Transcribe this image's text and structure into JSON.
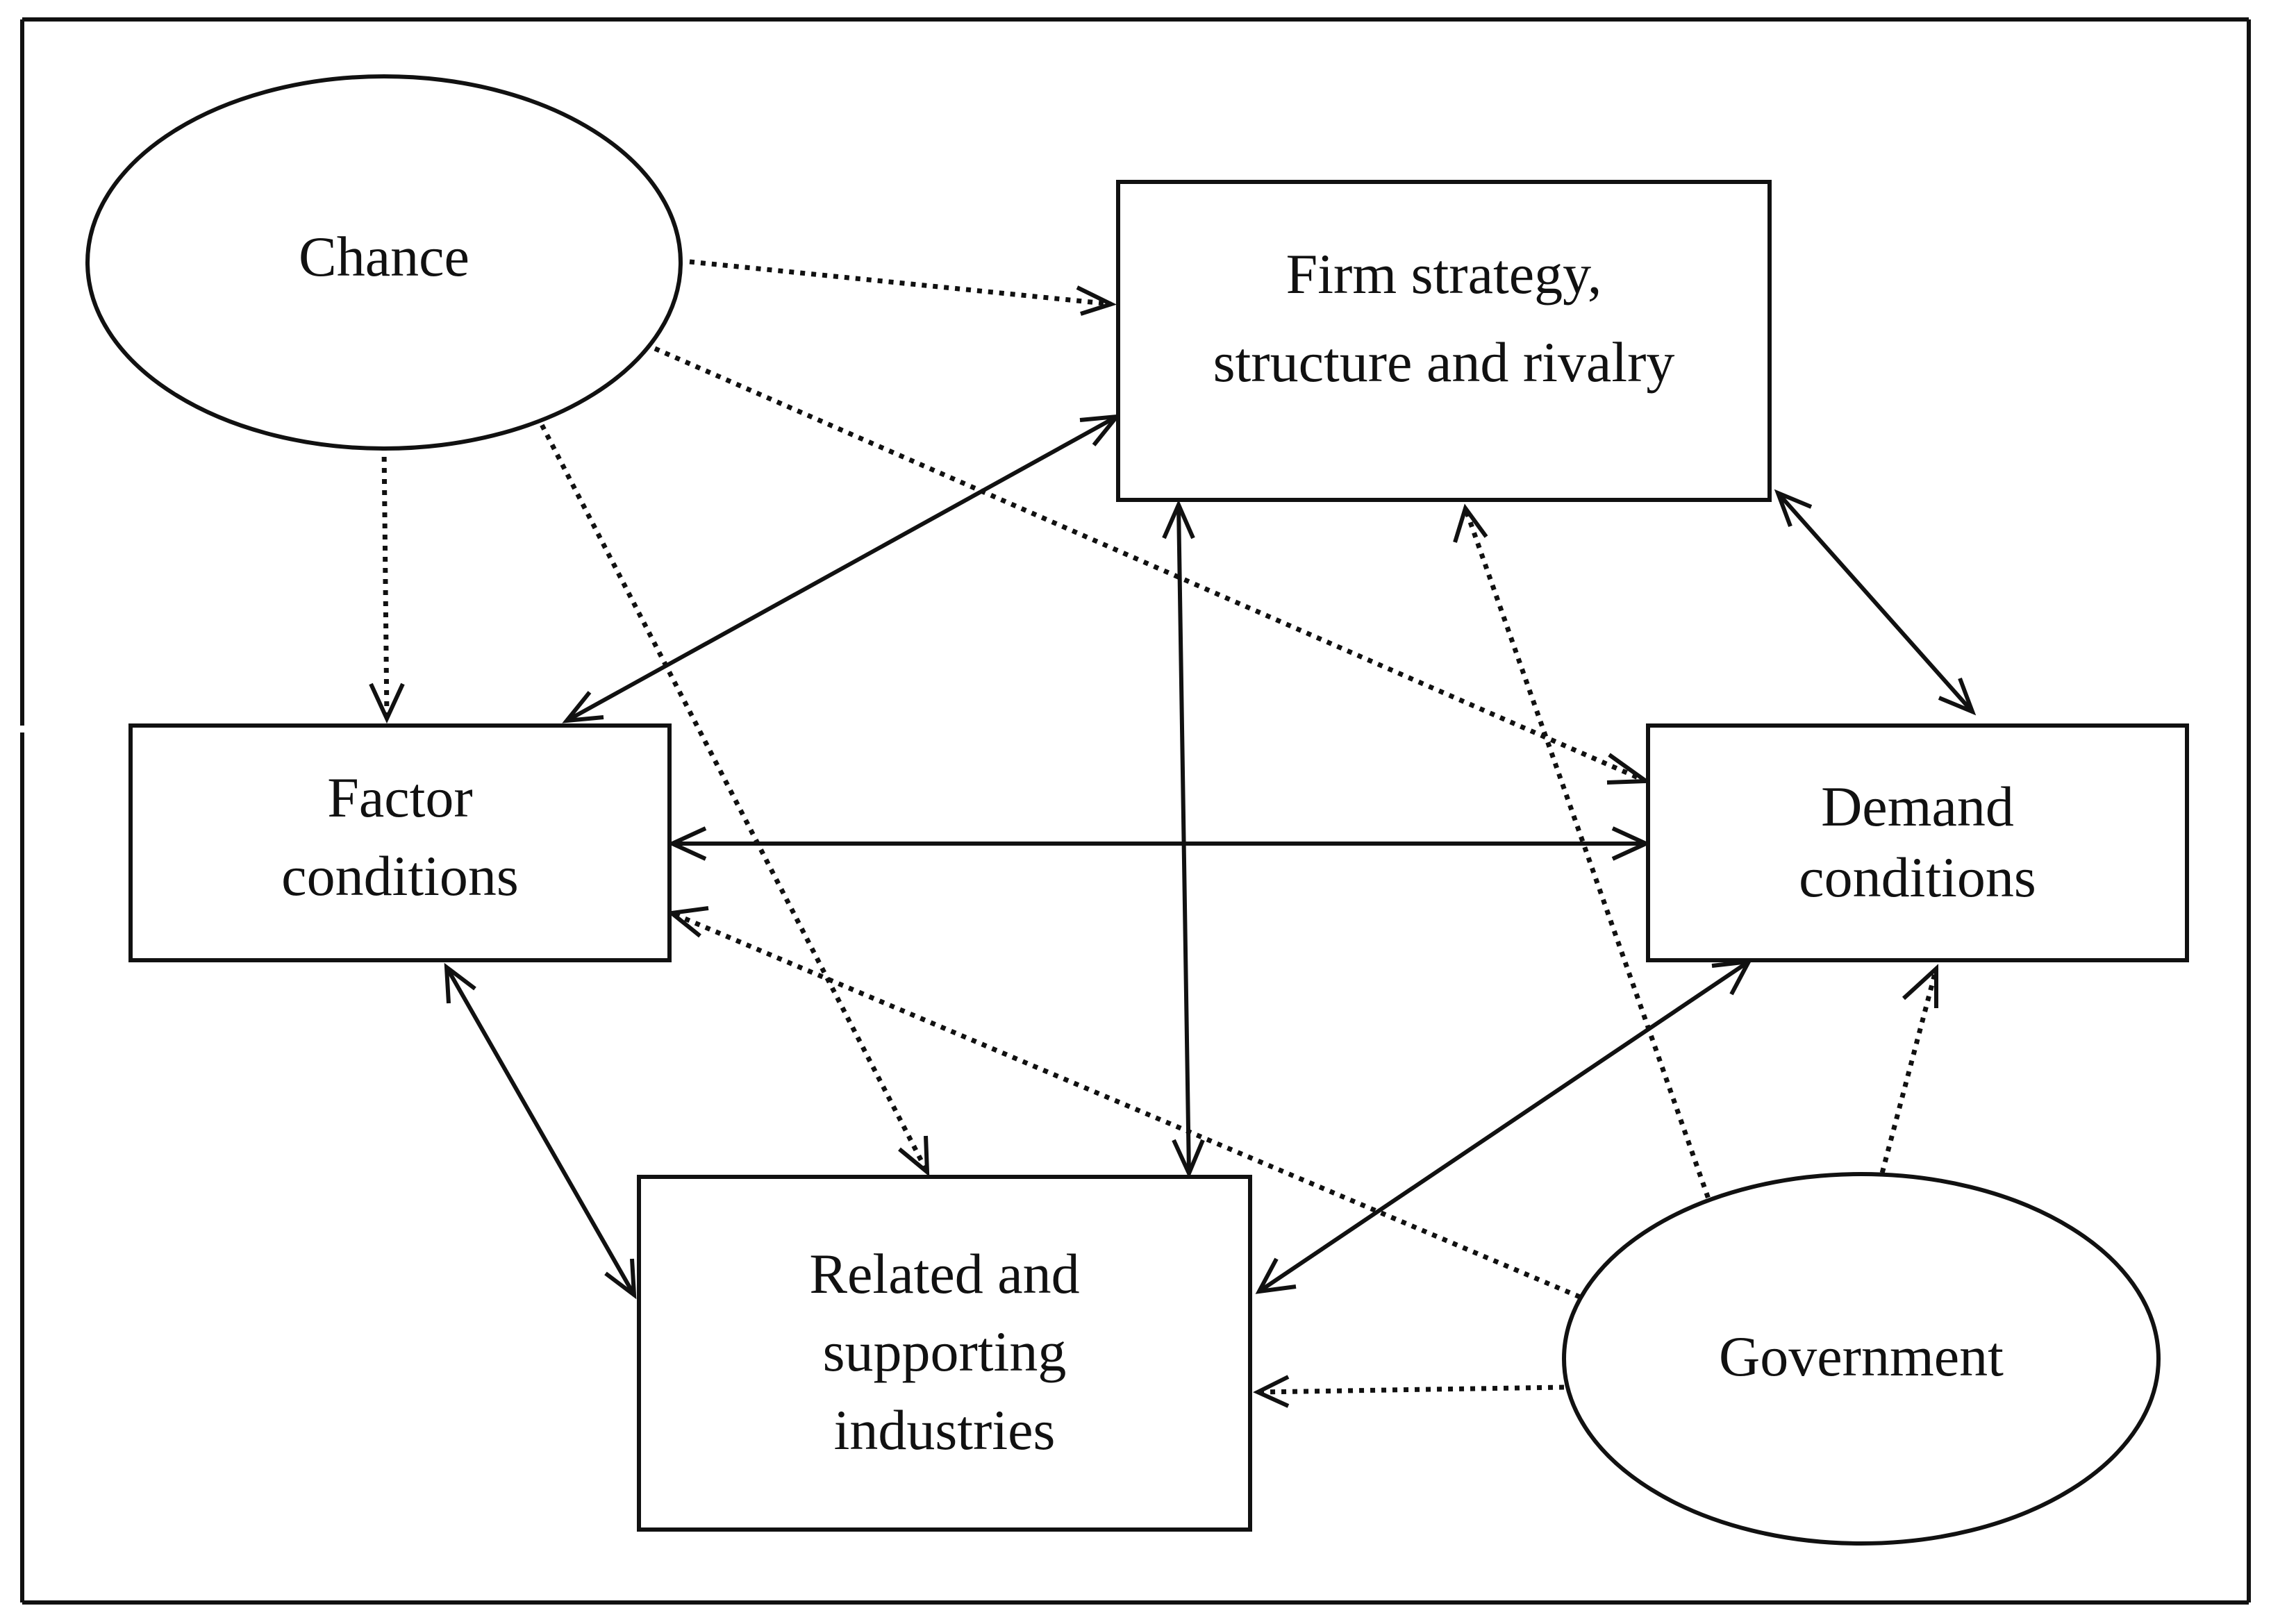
{
  "nodes": {
    "chance": {
      "shape": "ellipse",
      "label": [
        "Chance"
      ]
    },
    "firm": {
      "shape": "rectangle",
      "label": [
        "Firm strategy,",
        "structure and rivalry"
      ]
    },
    "factor": {
      "shape": "rectangle",
      "label": [
        "Factor",
        "conditions"
      ]
    },
    "demand": {
      "shape": "rectangle",
      "label": [
        "Demand",
        "conditions"
      ]
    },
    "related": {
      "shape": "rectangle",
      "label": [
        "Related and",
        "supporting",
        "industries"
      ]
    },
    "government": {
      "shape": "ellipse",
      "label": [
        "Government"
      ]
    }
  },
  "edges": [
    {
      "from": "chance",
      "to": "firm",
      "style": "dotted",
      "direction": "one-way"
    },
    {
      "from": "chance",
      "to": "factor",
      "style": "dotted",
      "direction": "one-way"
    },
    {
      "from": "chance",
      "to": "related",
      "style": "dotted",
      "direction": "one-way"
    },
    {
      "from": "chance",
      "to": "demand",
      "style": "dotted",
      "direction": "one-way"
    },
    {
      "from": "government",
      "to": "firm",
      "style": "dotted",
      "direction": "one-way"
    },
    {
      "from": "government",
      "to": "demand",
      "style": "dotted",
      "direction": "one-way"
    },
    {
      "from": "government",
      "to": "factor",
      "style": "dotted",
      "direction": "one-way"
    },
    {
      "from": "government",
      "to": "related",
      "style": "dotted",
      "direction": "one-way"
    },
    {
      "from": "factor",
      "to": "firm",
      "style": "solid",
      "direction": "two-way"
    },
    {
      "from": "firm",
      "to": "demand",
      "style": "solid",
      "direction": "two-way"
    },
    {
      "from": "firm",
      "to": "related",
      "style": "solid",
      "direction": "two-way"
    },
    {
      "from": "factor",
      "to": "demand",
      "style": "solid",
      "direction": "two-way"
    },
    {
      "from": "factor",
      "to": "related",
      "style": "solid",
      "direction": "two-way"
    },
    {
      "from": "related",
      "to": "demand",
      "style": "solid",
      "direction": "two-way"
    }
  ],
  "colors": {
    "stroke": "#111111",
    "background": "#ffffff"
  }
}
